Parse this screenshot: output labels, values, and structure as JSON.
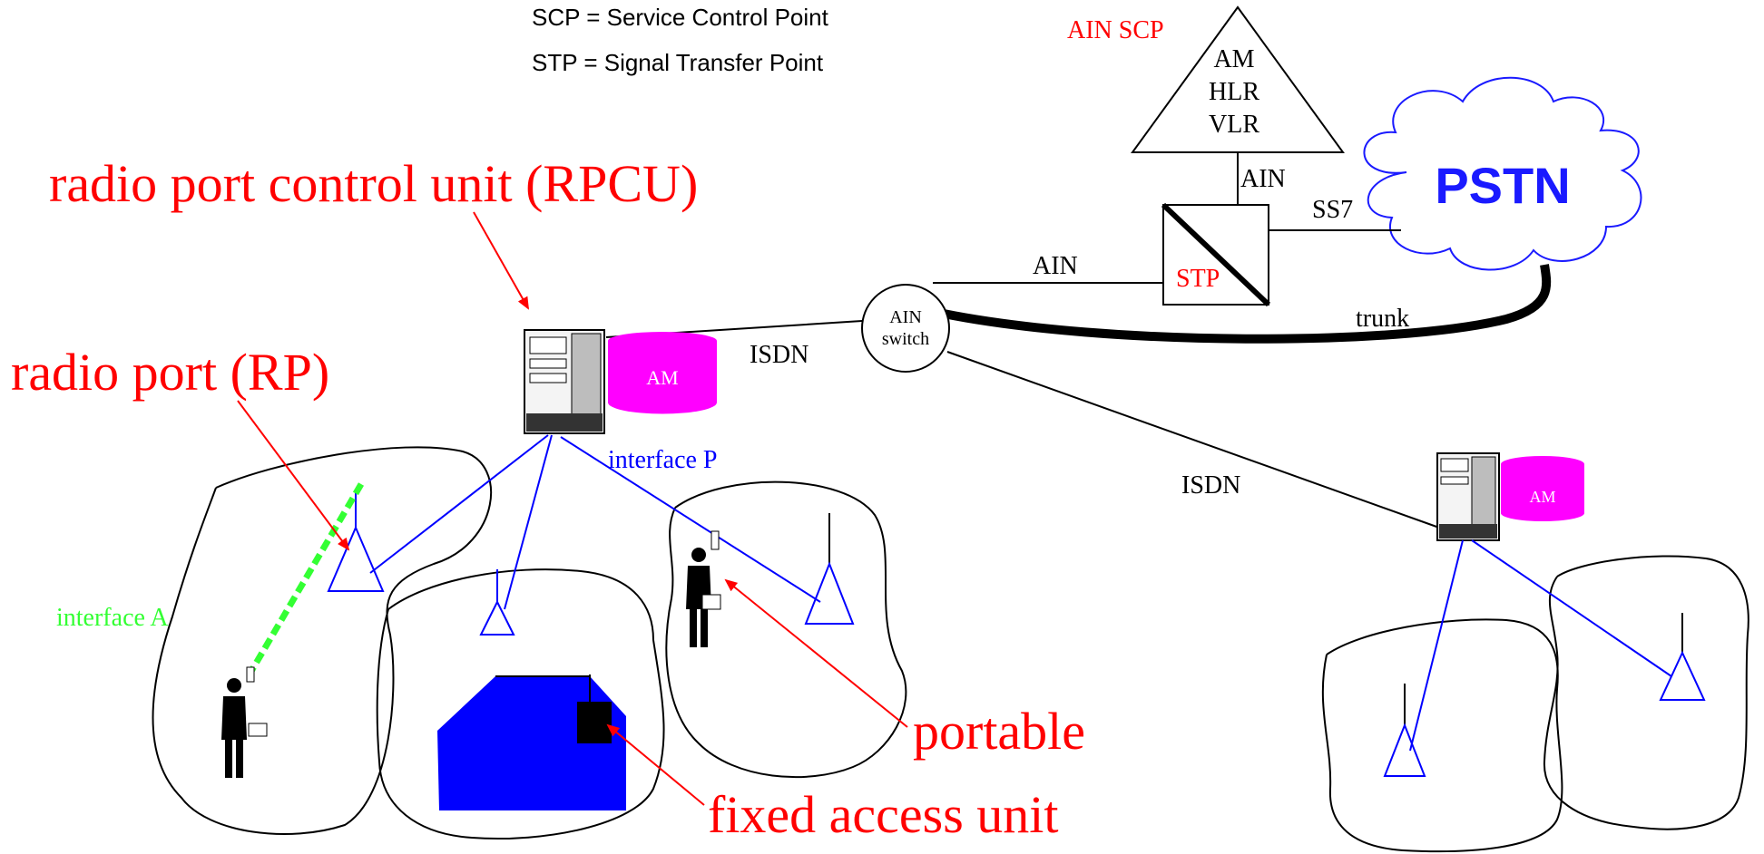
{
  "legend": {
    "scp": "SCP = Service Control Point",
    "stp": "STP = Signal  Transfer Point"
  },
  "scp": {
    "title": "AIN SCP",
    "line1": "AM",
    "line2": "HLR",
    "line3": "VLR"
  },
  "pstn": {
    "label": "PSTN"
  },
  "stp": {
    "label": "STP"
  },
  "switch": {
    "line1": "AIN",
    "line2": "switch"
  },
  "links": {
    "scp_stp": "AIN",
    "stp_pstn": "SS7",
    "switch_stp": "AIN",
    "trunk": "trunk",
    "rpcu_switch": "ISDN",
    "switch_rpcu2": "ISDN"
  },
  "rpcu1": {
    "db_label": "AM"
  },
  "rpcu2": {
    "db_label": "AM"
  },
  "callouts": {
    "rpcu": "radio port control unit (RPCU)",
    "rp": "radio port (RP)",
    "portable": "portable",
    "fau": "fixed access unit"
  },
  "interfaces": {
    "a": "interface A",
    "p": "interface P"
  },
  "colors": {
    "callout_red": "#ff0000",
    "link_blue": "#0000ff",
    "pstn_blue": "#1a1aff",
    "interface_green": "#33ff33",
    "am_magenta": "#ff00ff",
    "house_blue": "#0000ff"
  }
}
